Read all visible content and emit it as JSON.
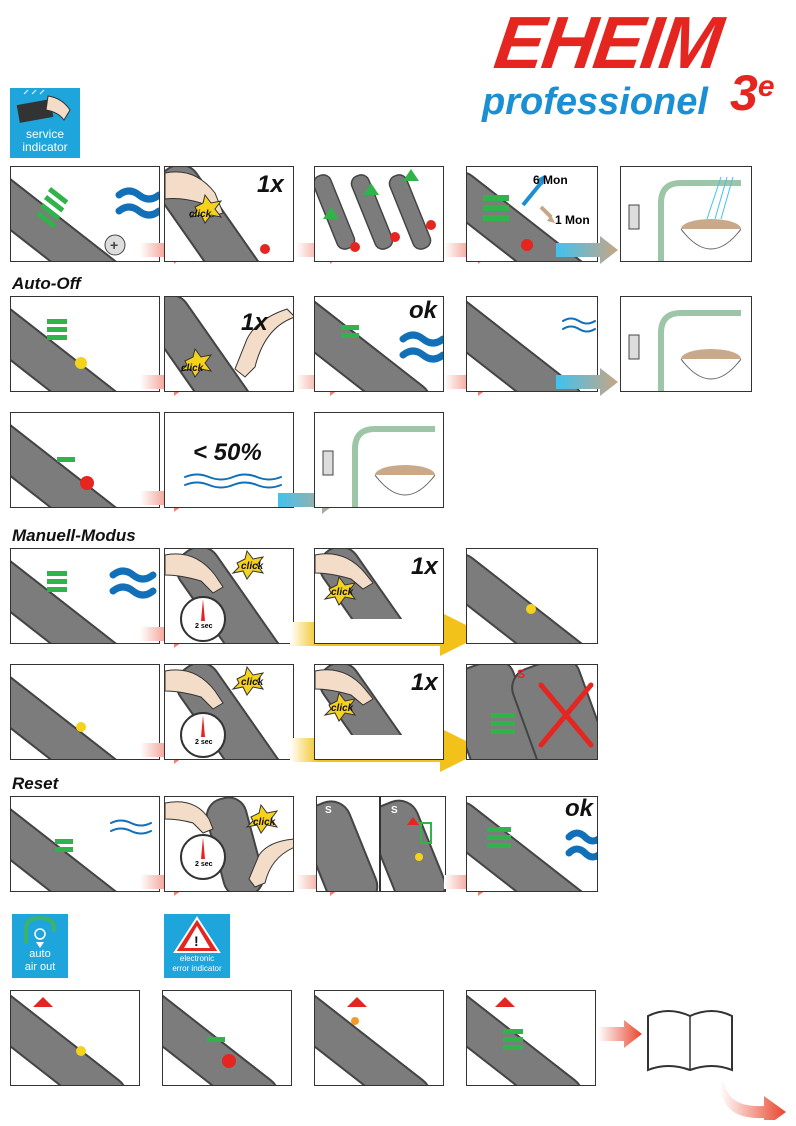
{
  "brand": {
    "logo_text": "EHEIM",
    "subtitle": "professionel",
    "version": "3",
    "version_sup": "e"
  },
  "badges": {
    "service": {
      "line1": "service",
      "line2": "indicator"
    },
    "air": {
      "line1": "auto",
      "line2": "air out",
      "icon": "o2"
    },
    "error": {
      "line1": "electronic",
      "line2": "error indicator",
      "symbol": "!"
    }
  },
  "sections": {
    "auto_off": "Auto-Off",
    "manual": "Manuell-Modus",
    "reset": "Reset"
  },
  "labels": {
    "x1": "1x",
    "click": "click",
    "ok": "ok",
    "six_months": "6 Mon",
    "one_month": "1 Mon",
    "less_than_50": "< 50%",
    "two_sec": "2 sec",
    "s_key": "S"
  },
  "colors": {
    "brand_red": "#e52520",
    "brand_blue": "#1a8fd3",
    "badge_blue": "#1ea5dc",
    "arrow_red": "#e8452c",
    "arrow_yellow": "#f2c21b",
    "led_green": "#2fb34a",
    "device_gray": "#7c7c7c"
  }
}
